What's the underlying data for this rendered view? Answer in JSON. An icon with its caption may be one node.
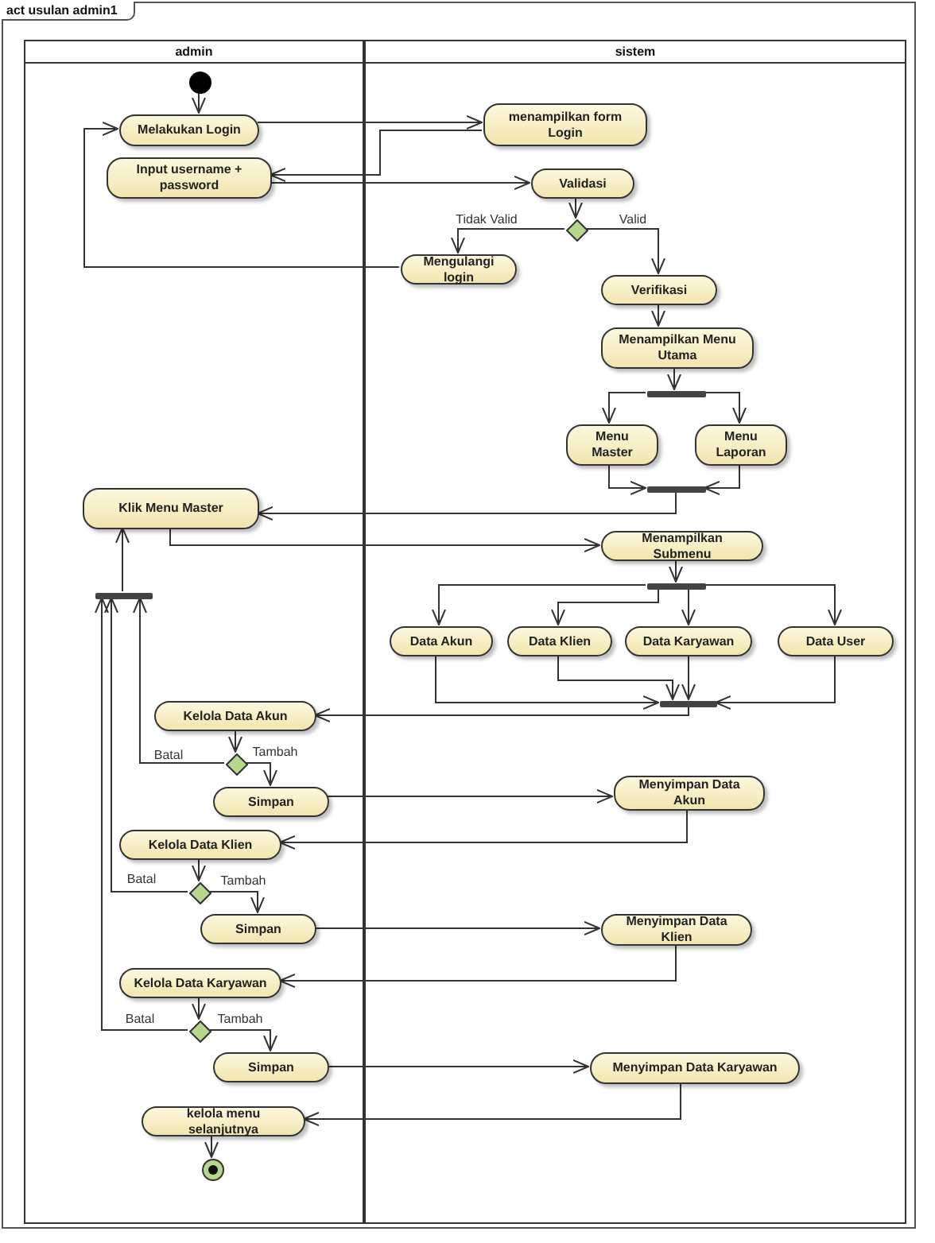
{
  "diagram": {
    "title": "act usulan admin1",
    "nodes": [
      {
        "text": [
          "admin"
        ]
      },
      {
        "text": [
          "sistem"
        ]
      },
      {
        "text": [],
        "shape": "circle",
        "in": 0
      },
      {
        "text": [
          "Melakukan Login"
        ],
        "in": 0
      },
      {
        "text": [
          "menampilkan form Login"
        ],
        "in": 1
      },
      {
        "text": [
          "Input username + password"
        ],
        "in": 0
      },
      {
        "text": [
          "Validasi"
        ],
        "in": 1
      },
      {
        "text": [],
        "shape": "diamond",
        "in": 1
      },
      {
        "text": [
          "Mengulangi login"
        ],
        "in": 1
      },
      {
        "text": [
          "Verifikasi"
        ],
        "in": 1
      },
      {
        "text": [
          "Menampilkan Menu Utama"
        ],
        "in": 1
      },
      {
        "text": [],
        "shape": "bar",
        "in": 1
      },
      {
        "text": [
          "Menu Master"
        ],
        "in": 1
      },
      {
        "text": [
          "Menu Laporan"
        ],
        "in": 1
      },
      {
        "text": [],
        "shape": "bar",
        "in": 1
      },
      {
        "text": [
          "Klik Menu Master"
        ],
        "in": 0
      },
      {
        "text": [
          "Menampilkan Submenu"
        ],
        "in": 1
      },
      {
        "text": [],
        "shape": "bar",
        "in": 0
      },
      {
        "text": [],
        "shape": "bar",
        "in": 1
      },
      {
        "text": [
          "Data Akun"
        ],
        "in": 1
      },
      {
        "text": [
          "Data Klien"
        ],
        "in": 1
      },
      {
        "text": [
          "Data Karyawan"
        ],
        "in": 1
      },
      {
        "text": [
          "Data User"
        ],
        "in": 1
      },
      {
        "text": [],
        "shape": "bar",
        "in": 1
      },
      {
        "text": [
          "Kelola Data Akun"
        ],
        "in": 0
      },
      {
        "text": [],
        "shape": "diamond",
        "in": 0
      },
      {
        "text": [
          "Simpan"
        ],
        "in": 0
      },
      {
        "text": [
          "Menyimpan Data Akun"
        ],
        "in": 1
      },
      {
        "text": [
          "Kelola Data Klien"
        ],
        "in": 0
      },
      {
        "text": [],
        "shape": "diamond",
        "in": 0
      },
      {
        "text": [
          "Simpan"
        ],
        "in": 0
      },
      {
        "text": [
          "Menyimpan Data Klien"
        ],
        "in": 1
      },
      {
        "text": [
          "Kelola Data Karyawan"
        ],
        "in": 0
      },
      {
        "text": [],
        "shape": "diamond",
        "in": 0
      },
      {
        "text": [
          "Simpan"
        ],
        "in": 0
      },
      {
        "text": [
          "Menyimpan Data Karyawan"
        ],
        "in": 1
      },
      {
        "text": [
          "kelola menu selanjutnya"
        ],
        "in": 0
      },
      {
        "text": [],
        "shape": "circle",
        "in": 0
      }
    ],
    "edges": [
      {
        "from": 2,
        "to": 3,
        "arrow": "to"
      },
      {
        "from": 3,
        "to": 4,
        "arrow": "to"
      },
      {
        "from": 4,
        "to": 5,
        "arrow": "to"
      },
      {
        "from": 5,
        "to": 6,
        "arrow": "to"
      },
      {
        "from": 6,
        "to": 7,
        "arrow": "to"
      },
      {
        "from": 7,
        "to": 8,
        "arrow": "to",
        "label": "Tidak Valid"
      },
      {
        "from": 7,
        "to": 9,
        "arrow": "to",
        "label": "Valid"
      },
      {
        "from": 8,
        "to": 3,
        "arrow": "to"
      },
      {
        "from": 9,
        "to": 10,
        "arrow": "to"
      },
      {
        "from": 10,
        "to": 11,
        "arrow": "to"
      },
      {
        "from": 11,
        "to": 12,
        "arrow": "to"
      },
      {
        "from": 11,
        "to": 13,
        "arrow": "to"
      },
      {
        "from": 12,
        "to": 14,
        "arrow": "to"
      },
      {
        "from": 13,
        "to": 14,
        "arrow": "to"
      },
      {
        "from": 14,
        "to": 15,
        "arrow": "to"
      },
      {
        "from": 15,
        "to": 16,
        "arrow": "to"
      },
      {
        "from": 16,
        "to": 18,
        "arrow": "to"
      },
      {
        "from": 18,
        "to": 19,
        "arrow": "to"
      },
      {
        "from": 18,
        "to": 20,
        "arrow": "to"
      },
      {
        "from": 18,
        "to": 21,
        "arrow": "to"
      },
      {
        "from": 18,
        "to": 22,
        "arrow": "to"
      },
      {
        "from": 19,
        "to": 23,
        "arrow": "to"
      },
      {
        "from": 20,
        "to": 23,
        "arrow": "to"
      },
      {
        "from": 21,
        "to": 23,
        "arrow": "to"
      },
      {
        "from": 22,
        "to": 23,
        "arrow": "to"
      },
      {
        "from": 23,
        "to": 24,
        "arrow": "to"
      },
      {
        "from": 24,
        "to": 25,
        "arrow": "to"
      },
      {
        "from": 25,
        "to": 17,
        "arrow": "to",
        "label": "Batal"
      },
      {
        "from": 25,
        "to": 26,
        "arrow": "to",
        "label": "Tambah"
      },
      {
        "from": 26,
        "to": 27,
        "arrow": "to"
      },
      {
        "from": 27,
        "to": 28,
        "arrow": "to"
      },
      {
        "from": 28,
        "to": 29,
        "arrow": "to"
      },
      {
        "from": 29,
        "to": 17,
        "arrow": "to",
        "label": "Batal"
      },
      {
        "from": 29,
        "to": 30,
        "arrow": "to",
        "label": "Tambah"
      },
      {
        "from": 30,
        "to": 31,
        "arrow": "to"
      },
      {
        "from": 31,
        "to": 32,
        "arrow": "to"
      },
      {
        "from": 32,
        "to": 33,
        "arrow": "to"
      },
      {
        "from": 33,
        "to": 17,
        "arrow": "to",
        "label": "Batal"
      },
      {
        "from": 33,
        "to": 34,
        "arrow": "to",
        "label": "Tambah"
      },
      {
        "from": 34,
        "to": 35,
        "arrow": "to"
      },
      {
        "from": 35,
        "to": 36,
        "arrow": "to"
      },
      {
        "from": 36,
        "to": 37,
        "arrow": "to"
      },
      {
        "from": 17,
        "to": 15,
        "arrow": "to"
      }
    ]
  }
}
